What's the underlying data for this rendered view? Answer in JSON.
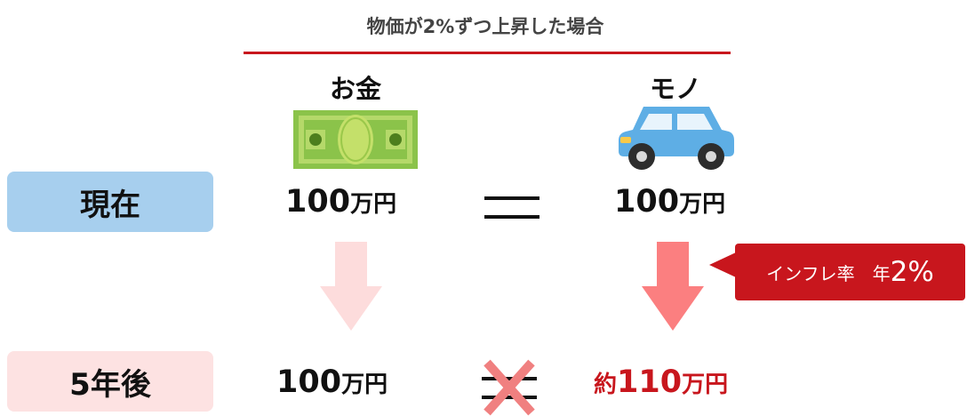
{
  "header": {
    "title": "物価が2%ずつ上昇した場合"
  },
  "columns": {
    "money": "お金",
    "goods": "モノ"
  },
  "rows": {
    "now": "現在",
    "after": "5年後"
  },
  "amounts": {
    "money_now": "100",
    "goods_now": "100",
    "money_after": "100",
    "goods_after_prefix": "約",
    "goods_after": "110",
    "unit": "万円"
  },
  "callout": {
    "label": "インフレ率　年",
    "value": "2%"
  },
  "colors": {
    "accent_red": "#c8161d",
    "now_label_bg": "#a7cfee",
    "after_label_bg": "#fde2e2",
    "faded_arrow": "#fddcdc",
    "strong_arrow": "#fb7f80",
    "car_body": "#5eaee5",
    "banknote": "#8bc34a"
  },
  "icons": {
    "money": "banknote-icon",
    "goods": "car-icon"
  }
}
